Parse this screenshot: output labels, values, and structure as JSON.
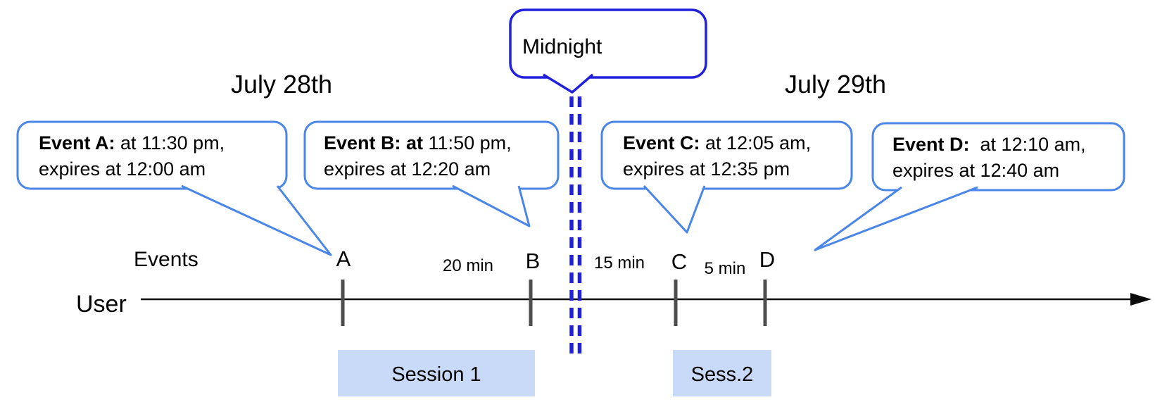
{
  "dates": {
    "left": "July 28th",
    "right": "July 29th"
  },
  "midnight_callout": {
    "label": "Midnight"
  },
  "event_callouts": [
    {
      "name": "Event A",
      "bold": "Event A:",
      "line1_rest": " at 11:30 pm,",
      "line2": "expires at 12:00 am"
    },
    {
      "name": "Event B",
      "bold": "Event B: at",
      "line1_rest": " 11:50 pm,",
      "line2": "expires at 12:20 am"
    },
    {
      "name": "Event C",
      "bold": "Event C:",
      "line1_rest": " at 12:05 am,",
      "line2": "expires at 12:35 pm"
    },
    {
      "name": "Event D",
      "bold": "Event D:",
      "line1_rest": "  at 12:10 am,",
      "line2": "expires at 12:40 am"
    }
  ],
  "timeline": {
    "row_label": "User",
    "events_label": "Events",
    "ticks": [
      "A",
      "B",
      "C",
      "D"
    ],
    "intervals": [
      "20 min",
      "15 min",
      "5 min"
    ]
  },
  "sessions": [
    "Session 1",
    "Sess.2"
  ],
  "colors": {
    "callout_border": "#4a86e8",
    "midnight_blue": "#2121dd",
    "session_fill": "#c9daf8",
    "tick_gray": "#4d4d4d",
    "axis_black": "#0b0b0b"
  }
}
